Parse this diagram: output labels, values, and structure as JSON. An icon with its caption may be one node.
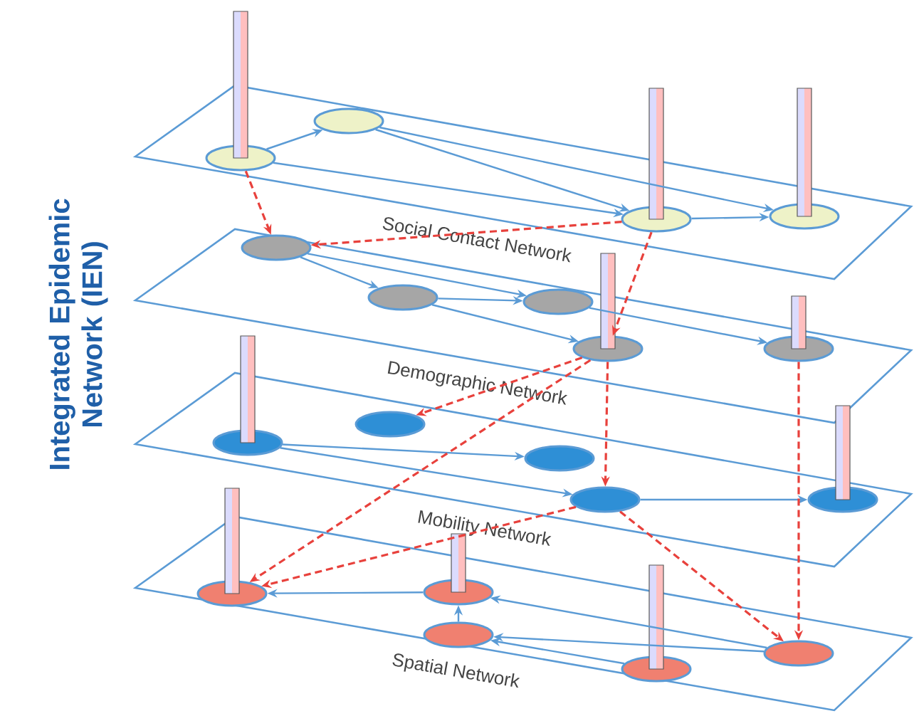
{
  "diagram": {
    "nodes": [
      {
        "text": [
          "Social Contact Network"
        ]
      },
      {
        "text": [
          "Demographic Network"
        ]
      },
      {
        "text": [
          "Mobility Network"
        ]
      },
      {
        "text": [
          "Spatial Network"
        ]
      },
      {
        "text": [],
        "shape": "ellipse",
        "in": 0
      },
      {
        "text": [],
        "shape": "ellipse",
        "in": 0
      },
      {
        "text": [],
        "shape": "ellipse",
        "in": 0
      },
      {
        "text": [],
        "shape": "ellipse",
        "in": 0
      },
      {
        "text": [],
        "shape": "ellipse",
        "in": 1
      },
      {
        "text": [],
        "shape": "ellipse",
        "in": 1
      },
      {
        "text": [],
        "shape": "ellipse",
        "in": 1
      },
      {
        "text": [],
        "shape": "ellipse",
        "in": 1
      },
      {
        "text": [],
        "shape": "ellipse",
        "in": 1
      },
      {
        "text": [],
        "shape": "ellipse",
        "in": 2
      },
      {
        "text": [],
        "shape": "ellipse",
        "in": 2
      },
      {
        "text": [],
        "shape": "ellipse",
        "in": 2
      },
      {
        "text": [],
        "shape": "ellipse",
        "in": 2
      },
      {
        "text": [],
        "shape": "ellipse",
        "in": 2
      },
      {
        "text": [],
        "shape": "ellipse",
        "in": 3
      },
      {
        "text": [],
        "shape": "ellipse",
        "in": 3
      },
      {
        "text": [],
        "shape": "ellipse",
        "in": 3
      },
      {
        "text": [],
        "shape": "ellipse",
        "in": 3
      },
      {
        "text": [],
        "shape": "ellipse",
        "in": 3
      }
    ],
    "edges": [
      {
        "from": 4,
        "to": 5,
        "arrow": "to"
      },
      {
        "from": 4,
        "to": 6,
        "arrow": "to"
      },
      {
        "from": 5,
        "to": 6,
        "arrow": "to"
      },
      {
        "from": 5,
        "to": 7,
        "arrow": "to"
      },
      {
        "from": 6,
        "to": 7,
        "arrow": "to"
      },
      {
        "from": 8,
        "to": 9,
        "arrow": "to"
      },
      {
        "from": 8,
        "to": 10,
        "arrow": "to"
      },
      {
        "from": 9,
        "to": 10,
        "arrow": "to"
      },
      {
        "from": 9,
        "to": 11,
        "arrow": "to"
      },
      {
        "from": 10,
        "to": 12,
        "arrow": "to"
      },
      {
        "from": 13,
        "to": 15,
        "arrow": "to"
      },
      {
        "from": 13,
        "to": 16,
        "arrow": "to"
      },
      {
        "from": 16,
        "to": 17,
        "arrow": "to"
      },
      {
        "from": 19,
        "to": 18,
        "arrow": "to"
      },
      {
        "from": 22,
        "to": 19,
        "arrow": "to"
      },
      {
        "from": 22,
        "to": 20,
        "arrow": "to"
      },
      {
        "from": 21,
        "to": 20,
        "arrow": "to"
      },
      {
        "from": 20,
        "to": 19,
        "arrow": "to"
      },
      {
        "from": 4,
        "to": 8,
        "arrow": "to",
        "style": "dashed",
        "color": "#e8413c"
      },
      {
        "from": 6,
        "to": 8,
        "arrow": "to",
        "style": "dashed",
        "color": "#e8413c"
      },
      {
        "from": 6,
        "to": 11,
        "arrow": "to",
        "style": "dashed",
        "color": "#e8413c"
      },
      {
        "from": 11,
        "to": 14,
        "arrow": "to",
        "style": "dashed",
        "color": "#e8413c"
      },
      {
        "from": 11,
        "to": 18,
        "arrow": "to",
        "style": "dashed",
        "color": "#e8413c"
      },
      {
        "from": 11,
        "to": 16,
        "arrow": "to",
        "style": "dashed",
        "color": "#e8413c"
      },
      {
        "from": 16,
        "to": 18,
        "arrow": "to",
        "style": "dashed",
        "color": "#e8413c"
      },
      {
        "from": 16,
        "to": 22,
        "arrow": "to",
        "style": "dashed",
        "color": "#e8413c"
      },
      {
        "from": 12,
        "to": 22,
        "arrow": "to",
        "style": "dashed",
        "color": "#e8413c"
      }
    ],
    "labels": [
      "Integrated Epidemic Network (IEN)"
    ]
  }
}
